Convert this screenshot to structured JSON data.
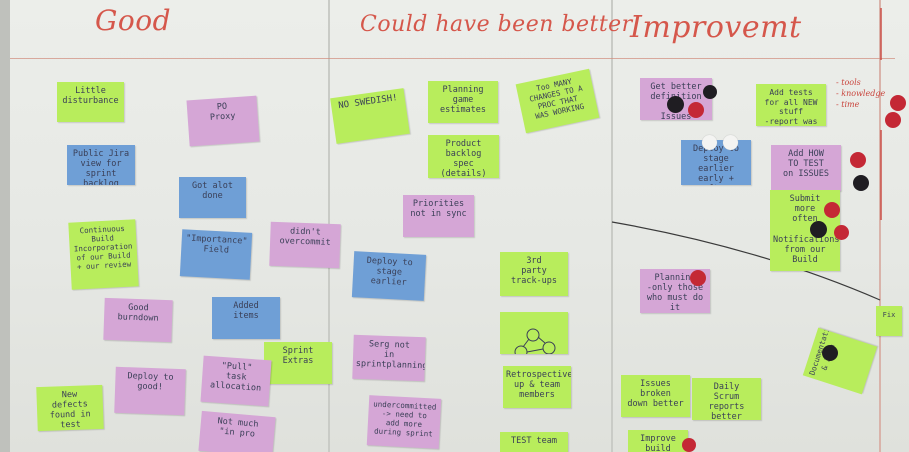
{
  "headings": {
    "good": "Good",
    "better": "Could have been better",
    "improvement": "Improvemt"
  },
  "notes": [
    {
      "text": "Little\ndisturbance",
      "color": "green"
    },
    {
      "text": "PO\nProxy",
      "color": "pink"
    },
    {
      "text": "Public Jira\nview for\nsprint backlog",
      "color": "blue"
    },
    {
      "text": "Got alot\ndone",
      "color": "blue"
    },
    {
      "text": "Continuous\nBuild\nIncorporation\nof our Build\n+ our review",
      "color": "green"
    },
    {
      "text": "\"Importance\"\nField",
      "color": "blue"
    },
    {
      "text": "didn't\novercommit",
      "color": "pink"
    },
    {
      "text": "Good\nburndown",
      "color": "pink"
    },
    {
      "text": "Added\nitems",
      "color": "blue"
    },
    {
      "text": "Sprint\nExtras",
      "color": "green"
    },
    {
      "text": "Deploy to\ngood!",
      "color": "pink"
    },
    {
      "text": "\"Pull\"\ntask\nallocation",
      "color": "pink"
    },
    {
      "text": "New\ndefects\nfound in test",
      "color": "green"
    },
    {
      "text": "Not much\n\"in pro",
      "color": "pink"
    },
    {
      "text": "NO SWEDISH!",
      "color": "green"
    },
    {
      "text": "Planning\ngame\nestimates",
      "color": "green"
    },
    {
      "text": "Too MANY\nCHANGES TO A\nPROC THAT\nWAS WORKING",
      "color": "green"
    },
    {
      "text": "Product\nbacklog\nspec (details)",
      "color": "green"
    },
    {
      "text": "Priorities\nnot in sync",
      "color": "pink"
    },
    {
      "text": "Deploy to\nstage earlier",
      "color": "blue"
    },
    {
      "text": "3rd\nparty\ntrack-ups",
      "color": "green"
    },
    {
      "text": "Serg not\nin sprintplanning",
      "color": "pink"
    },
    {
      "text": "Retrospective\nup & team\nmembers",
      "color": "green"
    },
    {
      "text": "undercommitted\n-> need to\nadd more\nduring sprint",
      "color": "pink"
    },
    {
      "text": "TEST team",
      "color": "green"
    },
    {
      "text": "Get better\ndefinition of\nIssues",
      "color": "pink"
    },
    {
      "text": "Add tests\nfor all NEW\nstuff\n-report was fail",
      "color": "green"
    },
    {
      "text": "Deploy to stage\nearlier\nearly + often",
      "color": "blue"
    },
    {
      "text": "Add HOW\nTO TEST\non ISSUES",
      "color": "pink"
    },
    {
      "text": "Submit\nmore\noften",
      "color": "green"
    },
    {
      "text": "Notifications\nfrom our\nBuild",
      "color": "green"
    },
    {
      "text": "Planning\n-only those\nwho must do it",
      "color": "pink"
    },
    {
      "text": "Documentation\n& Jira",
      "color": "green"
    },
    {
      "text": "Issues\nbroken\ndown better",
      "color": "green"
    },
    {
      "text": "Daily\nScrum\nreports better",
      "color": "green"
    },
    {
      "text": "Improve\nbuild",
      "color": "green"
    },
    {
      "text": "Fix",
      "color": "green"
    }
  ],
  "annotations": {
    "tools": "- tools",
    "knowledge": "- knowledge",
    "time": "- time"
  },
  "magnets": [
    {
      "color": "black"
    },
    {
      "color": "red"
    },
    {
      "color": "black"
    },
    {
      "color": "white"
    },
    {
      "color": "white"
    },
    {
      "color": "red"
    },
    {
      "color": "black"
    },
    {
      "color": "red"
    },
    {
      "color": "black"
    },
    {
      "color": "red"
    },
    {
      "color": "red"
    },
    {
      "color": "black"
    },
    {
      "color": "red"
    },
    {
      "color": "red"
    }
  ]
}
